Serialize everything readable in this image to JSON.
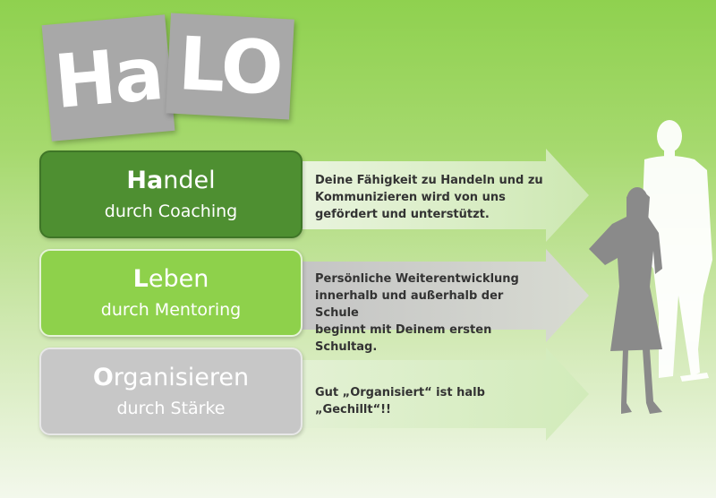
{
  "logo": {
    "tile1": "Ha",
    "tile2": "LO"
  },
  "rows": [
    {
      "title_bold": "Ha",
      "title_rest": "ndel",
      "subtitle": "durch Coaching",
      "lines": [
        "Deine Fähigkeit zu Handeln und zu",
        "Kommunizieren wird von uns",
        "gefördert und unterstützt."
      ]
    },
    {
      "title_bold": "L",
      "title_rest": "eben",
      "subtitle": "durch Mentoring",
      "lines": [
        "Persönliche Weiterentwicklung",
        "innerhalb und außerhalb der Schule",
        "beginnt mit Deinem ersten Schultag."
      ]
    },
    {
      "title_bold": "O",
      "title_rest": "rganisieren",
      "subtitle": "durch Stärke",
      "lines": [
        "Gut „Organisiert“  ist halb „Gechillt“!!"
      ]
    }
  ],
  "colors": {
    "row1": "#4e8f31",
    "row2": "#8ed14b",
    "row3": "#c7c7c7",
    "logo_tile": "#a8a8a8"
  },
  "icons": [
    "man-silhouette-icon",
    "woman-silhouette-icon"
  ]
}
